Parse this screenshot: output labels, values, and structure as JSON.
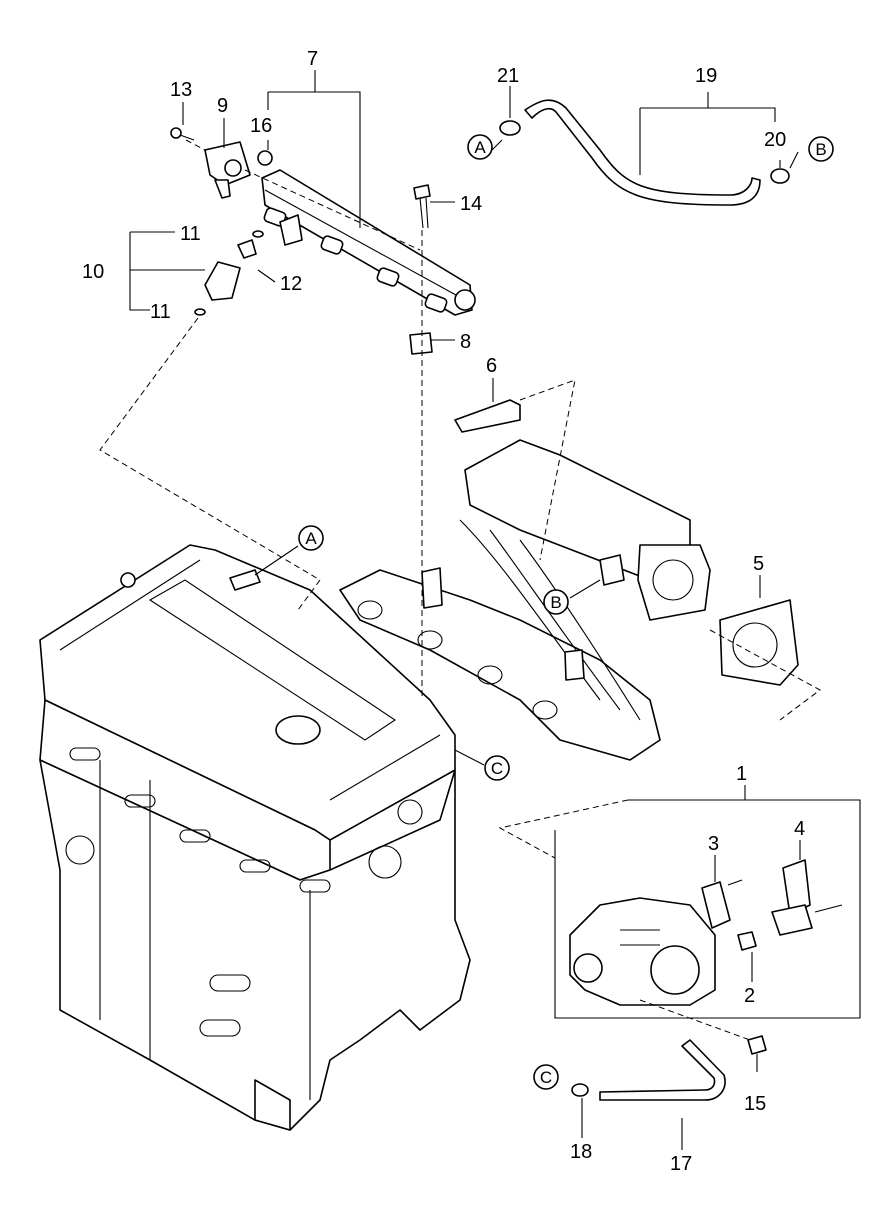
{
  "callouts": {
    "c1": "1",
    "c2": "2",
    "c3": "3",
    "c4": "4",
    "c5": "5",
    "c6": "6",
    "c7": "7",
    "c8": "8",
    "c9": "9",
    "c10": "10",
    "c11a": "11",
    "c11b": "11",
    "c12": "12",
    "c13": "13",
    "c14": "14",
    "c15": "15",
    "c16": "16",
    "c17": "17",
    "c18": "18",
    "c19": "19",
    "c20": "20",
    "c21": "21"
  },
  "refs": {
    "hose_a": "A",
    "hose_b": "B",
    "engine_a": "A",
    "manifold_b": "B",
    "engine_c": "C",
    "hose_c": "C"
  }
}
